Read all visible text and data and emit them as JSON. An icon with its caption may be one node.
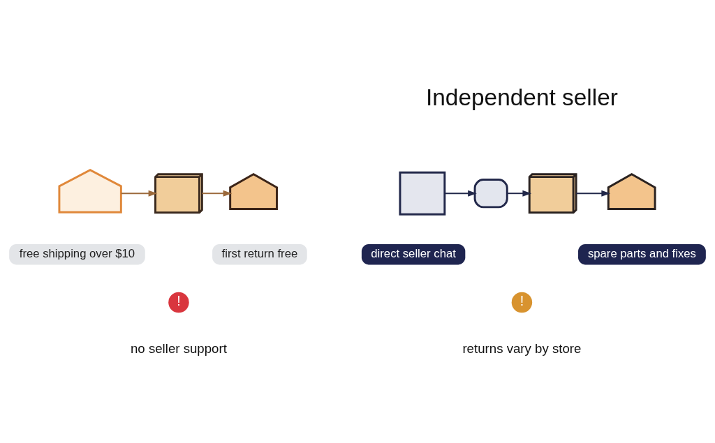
{
  "diagram": {
    "nodes": [
      {
        "text": [],
        "shape": "house"
      },
      {
        "text": [],
        "shape": "cube"
      },
      {
        "text": [],
        "shape": "house"
      },
      {
        "text": [
          "free shipping over $10"
        ]
      },
      {
        "text": [
          "first return free"
        ]
      },
      {
        "text": [
          "!"
        ],
        "beside": [
          "no seller support"
        ]
      },
      {
        "text": [],
        "shape": "box"
      },
      {
        "text": [],
        "shape": "box"
      },
      {
        "text": [],
        "shape": "cube"
      },
      {
        "text": [],
        "shape": "house"
      },
      {
        "text": [
          "direct seller chat"
        ]
      },
      {
        "text": [
          "spare parts and fixes"
        ]
      },
      {
        "text": [
          "!"
        ],
        "beside": [
          "returns vary by store"
        ]
      }
    ],
    "edges": [
      {
        "from": 0,
        "to": 1,
        "arrow": "to",
        "color": "#9c6a3c"
      },
      {
        "from": 1,
        "to": 2,
        "arrow": "to",
        "color": "#9c6a3c"
      },
      {
        "from": 6,
        "to": 7,
        "arrow": "to"
      },
      {
        "from": 7,
        "to": 8,
        "arrow": "to"
      },
      {
        "from": 8,
        "to": 9,
        "arrow": "to"
      }
    ],
    "labels": [
      "Independent seller"
    ]
  }
}
